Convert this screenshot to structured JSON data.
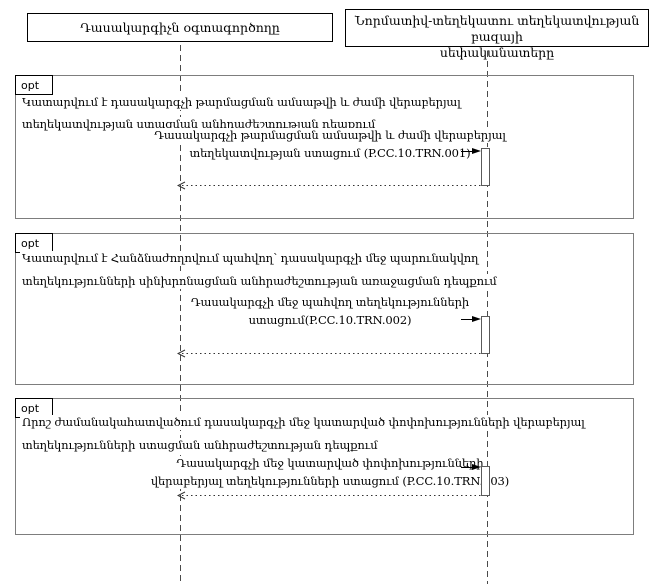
{
  "palette": {
    "background": "#ffffff",
    "text_color": "#000000",
    "fragment_border": "#7d7d7d",
    "actor_border": "#000000",
    "lifeline_color": "#4a4a4a"
  },
  "actors": {
    "left": {
      "label": "Դասակարգիչն օգտագործողը"
    },
    "right": {
      "label_line1": "Նորմատիվ-տեղեկատու տեղեկատվության բազայի",
      "label_line2": "սեփականատերը"
    }
  },
  "fragments": [
    {
      "operator": "opt",
      "guard_line1": "Կատարվում է դասակարգչի թարմացման ամսաթվի և ժամի վերաբերյալ",
      "guard_line2": "տեղեկատվության ստացման անհրաժեշտության դեպքում",
      "message_line1": "Դասակարգչի թարմացման ամսաթվի և ժամի վերաբերյալ",
      "message_line2": "տեղեկատվության ստացում (P.CC.10.TRN.001)",
      "message_code": "P.CC.10.TRN.001"
    },
    {
      "operator": "opt",
      "guard_line1": "Կատարվում է Հանձնաժողովում պահվող՝ դասակարգչի մեջ պարունակվող",
      "guard_line2": "տեղեկությունների սինխրոնացման անհրաժեշտության առաջացման դեպքում",
      "message_line1": "Դասակարգչի մեջ պահվող տեղեկությունների",
      "message_line2": "ստացում(P.CC.10.TRN.002)",
      "message_code": "P.CC.10.TRN.002"
    },
    {
      "operator": "opt",
      "guard_line1": "Որոշ ժամանակահատվածում դասակարգչի մեջ կատարված փոփոխությունների վերաբերյալ",
      "guard_line2": "տեղեկությունների ստացման անհրաժեշտության դեպքում",
      "message_line1": "Դասակարգչի մեջ կատարված փոփոխությունների",
      "message_line2": "վերաբերյալ տեղեկությունների ստացում (P.CC.10.TRN.003)",
      "message_code": "P.CC.10.TRN.003"
    }
  ]
}
